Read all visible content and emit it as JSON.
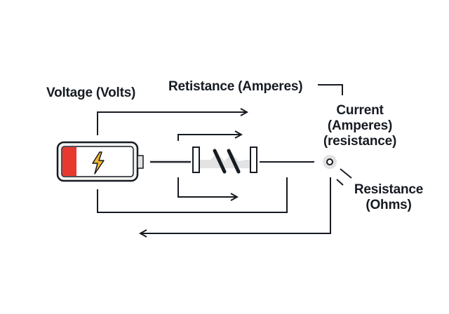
{
  "diagram": {
    "title": "Simple circuit with battery, resistor and labelled arrows",
    "labels": {
      "voltage": "Voltage (Volts)",
      "retistance": "Retistance (Amperes)",
      "current_line1": "Current",
      "current_line2": "(Amperes)",
      "current_line3": "(resistance)",
      "resistance_line1": "Resistance",
      "resistance_line2": "(Ohms)"
    },
    "components": {
      "battery": {
        "charge_level": 0.2,
        "charge_color": "#e8392f",
        "bolt_color": "#f5b731"
      },
      "resistor": {
        "name": "resistor"
      },
      "node": {
        "name": "terminal-node"
      }
    },
    "colors": {
      "line": "#161b22",
      "wire_shadow": "#d9d9d9"
    }
  }
}
